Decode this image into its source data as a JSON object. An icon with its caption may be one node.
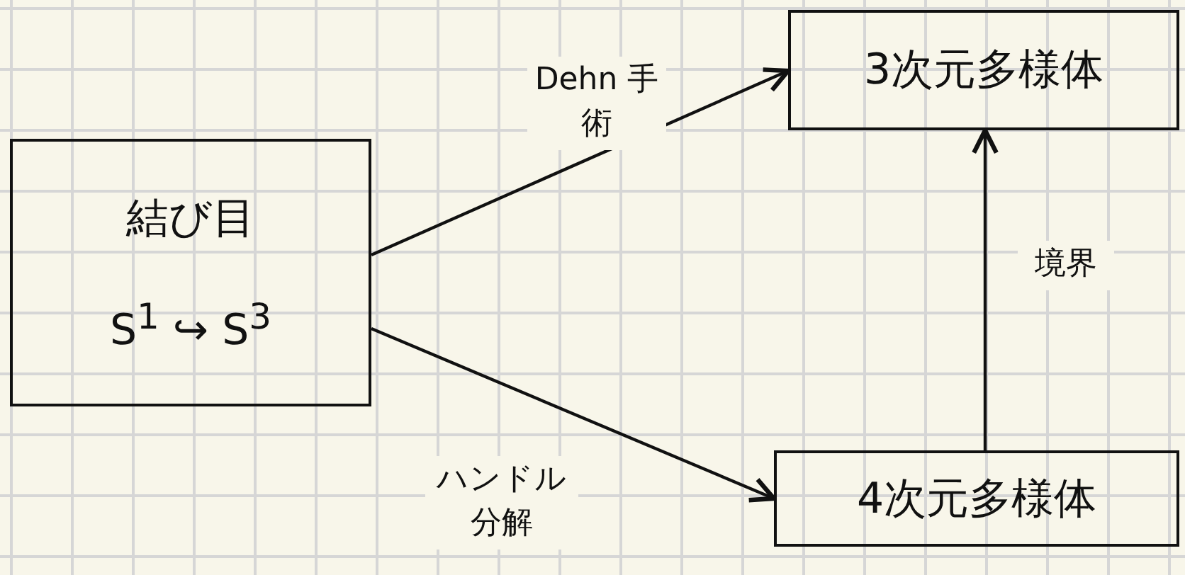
{
  "diagram": {
    "nodes": [
      {
        "text": [
          "結び目",
          "S$^{1}$ ↪ S$^{3}$"
        ]
      },
      {
        "text": [
          "3次元多様体"
        ]
      },
      {
        "text": [
          "4次元多様体"
        ]
      }
    ],
    "edges": [
      {
        "from": 0,
        "to": 1,
        "arrow": "to",
        "label": "Dehn 手術"
      },
      {
        "from": 0,
        "to": 2,
        "arrow": "to",
        "label": "ハンドル分解"
      },
      {
        "from": 2,
        "to": 1,
        "arrow": "to",
        "label": "境界"
      }
    ]
  }
}
